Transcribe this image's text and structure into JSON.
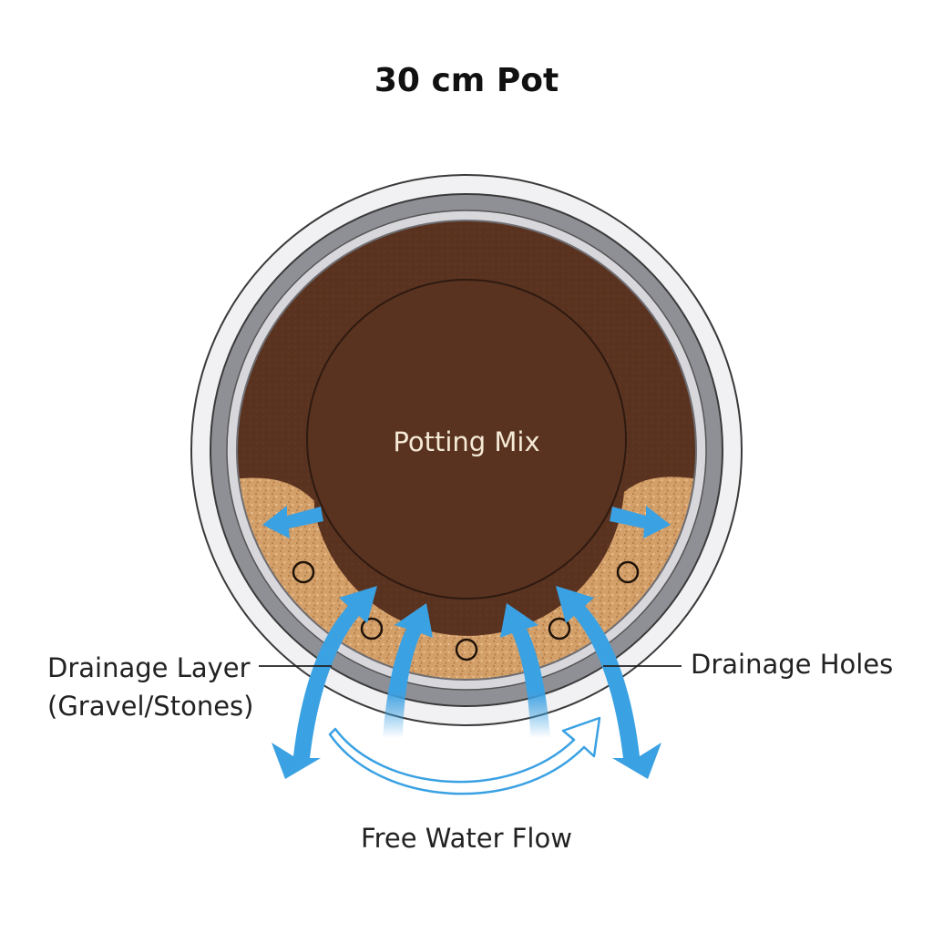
{
  "title": "30 cm Pot",
  "labels": {
    "potting_mix": "Potting Mix",
    "drainage_layer_line1": "Drainage Layer",
    "drainage_layer_line2": "(Gravel/Stones)",
    "drainage_holes": "Drainage Holes",
    "free_water_flow": "Free Water Flow"
  },
  "colors": {
    "soil": "#5a3320",
    "gravel": "#d6a36c",
    "pot_rim": "#8f9096",
    "pot_outer": "#f1f1f3",
    "water_arrow": "#3aa1e3",
    "text": "#222222"
  },
  "icons": [
    "drainage-hole-icon",
    "water-arrow-icon",
    "flow-arrow-icon"
  ]
}
